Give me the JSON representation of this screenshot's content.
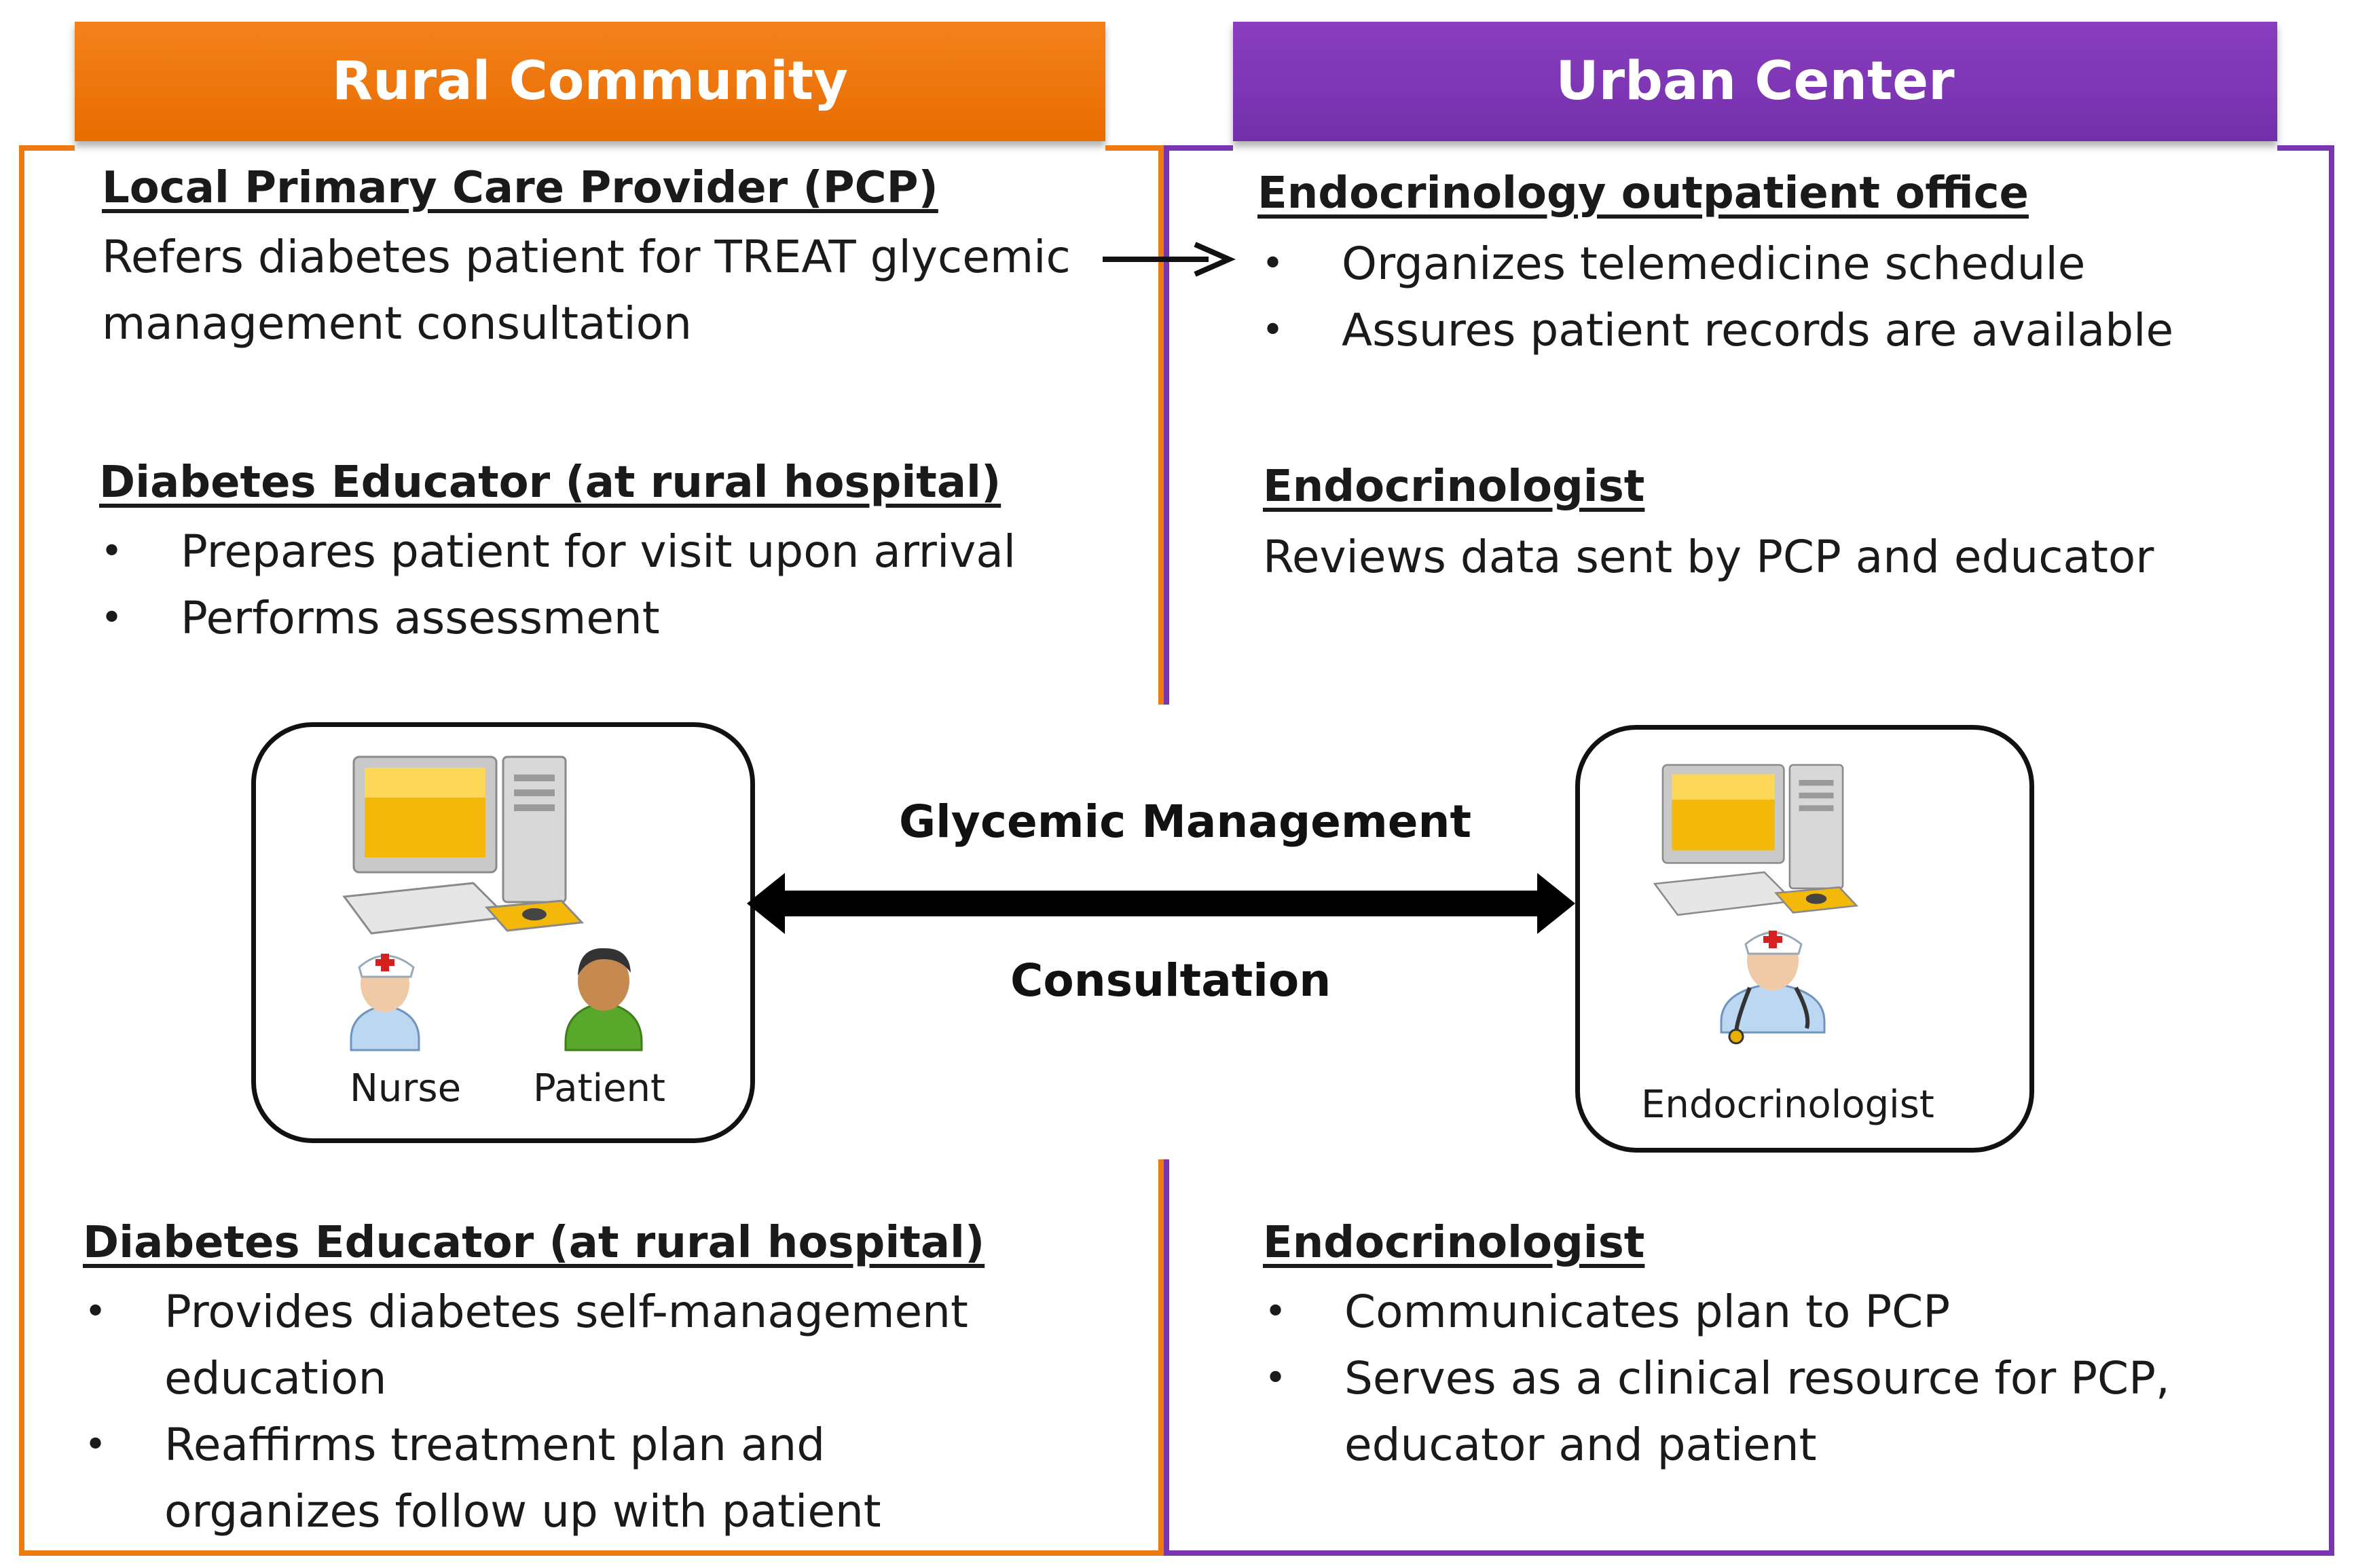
{
  "colors": {
    "rural": "#ee7a12",
    "urban": "#7a35b0",
    "text": "#1a1a1a"
  },
  "rural": {
    "title": "Rural Community",
    "pcp": {
      "heading": "Local Primary Care Provider (PCP)",
      "lines": [
        "Refers diabetes patient for TREAT glycemic",
        "management consultation"
      ]
    },
    "educator_before": {
      "heading": "Diabetes Educator (at rural hospital)",
      "bullets": [
        "Prepares patient for visit upon arrival",
        "Performs assessment"
      ]
    },
    "station": {
      "nurse_label": "Nurse",
      "patient_label": "Patient",
      "icons": [
        "computer-icon",
        "nurse-icon",
        "patient-icon"
      ]
    },
    "educator_after": {
      "heading": "Diabetes Educator (at rural hospital)",
      "bullets": [
        [
          "Provides diabetes self-management",
          "education"
        ],
        [
          "Reaffirms treatment plan and",
          "organizes follow up with patient"
        ]
      ]
    }
  },
  "urban": {
    "title": "Urban Center",
    "office": {
      "heading": "Endocrinology outpatient office",
      "bullets": [
        "Organizes telemedicine schedule",
        "Assures patient records are available"
      ]
    },
    "endocrinologist_review": {
      "heading": "Endocrinologist",
      "text": "Reviews data sent by PCP and educator"
    },
    "station": {
      "endo_label": "Endocrinologist",
      "icons": [
        "computer-icon",
        "doctor-icon"
      ]
    },
    "endocrinologist_after": {
      "heading": "Endocrinologist",
      "bullets": [
        [
          "Communicates plan to PCP"
        ],
        [
          "Serves as a clinical resource for PCP,",
          "educator and patient"
        ]
      ]
    }
  },
  "consultation": {
    "top_label": "Glycemic Management",
    "bottom_label": "Consultation"
  }
}
